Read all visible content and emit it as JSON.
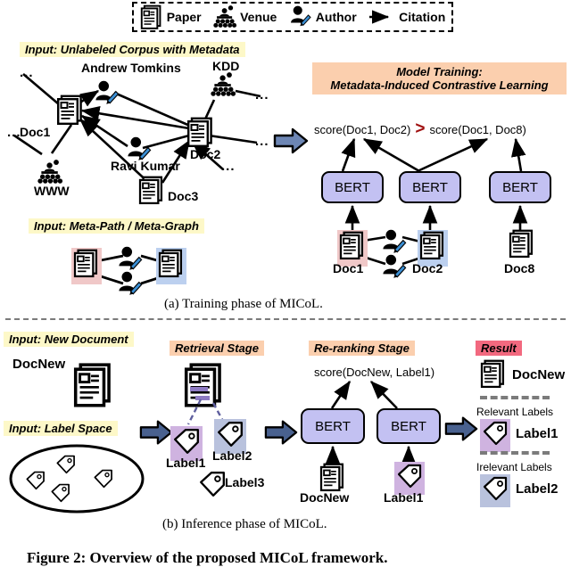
{
  "figure": {
    "caption": "Figure 2: Overview of the proposed MICoL framework.",
    "subcaption_a": "(a)  Training phase of MICoL.",
    "subcaption_b": "(b)  Inference phase of MICoL."
  },
  "legend": {
    "items": [
      {
        "icon": "paper-icon",
        "label": "Paper"
      },
      {
        "icon": "venue-icon",
        "label": "Venue"
      },
      {
        "icon": "author-icon",
        "label": "Author"
      },
      {
        "icon": "citation-arrow-icon",
        "label": "Citation"
      }
    ]
  },
  "training": {
    "corpus_banner": "Input: Unlabeled Corpus with Metadata",
    "metapath_banner": "Input: Meta-Path / Meta-Graph",
    "model_banner_line1": "Model Training:",
    "model_banner_line2": "Metadata-Induced Contrastive Learning",
    "graph_nodes": [
      {
        "name": "Doc1",
        "type": "paper"
      },
      {
        "name": "Doc2",
        "type": "paper"
      },
      {
        "name": "Doc3",
        "type": "paper"
      },
      {
        "name": "Andrew Tomkins",
        "type": "author"
      },
      {
        "name": "Ravi Kumar",
        "type": "author"
      },
      {
        "name": "KDD",
        "type": "venue"
      },
      {
        "name": "WWW",
        "type": "venue"
      }
    ],
    "ellipsis": "...",
    "score_left": "score(Doc1, Doc2)",
    "score_operator": ">",
    "score_right": "score(Doc1, Doc8)",
    "encoders": [
      "BERT",
      "BERT",
      "BERT"
    ],
    "doc_labels": [
      "Doc1",
      "Doc2",
      "Doc8"
    ]
  },
  "inference": {
    "new_doc_banner": "Input: New Document",
    "label_space_banner": "Input: Label Space",
    "retrieval_banner": "Retrieval Stage",
    "rerank_banner": "Re-ranking Stage",
    "result_banner": "Result",
    "new_doc_name": "DocNew",
    "retrieved_labels": [
      "Label1",
      "Label2",
      "Label3"
    ],
    "rerank_score": "score(DocNew, Label1)",
    "encoders": [
      "BERT",
      "BERT"
    ],
    "encoder_inputs": [
      "DocNew",
      "Label1"
    ],
    "result_doc": "DocNew",
    "relevant_heading": "Relevant Labels",
    "relevant_label": "Label1",
    "irrelevant_heading": "Irelevant Labels",
    "irrelevant_label": "Label2"
  },
  "colors": {
    "highlight_yellow": "#fdf8c8",
    "highlight_orange": "#fbcfae",
    "highlight_pink": "#f2697f",
    "bert_fill": "#c3c1f2",
    "arrow_fill": "#6d86b4",
    "doc1_fill": "#f0c8c8",
    "doc2_fill": "#bcd0ef",
    "label1_fill": "#cfb3e0",
    "label2_fill": "#b9c2dd",
    "gt_red": "#a01010"
  }
}
